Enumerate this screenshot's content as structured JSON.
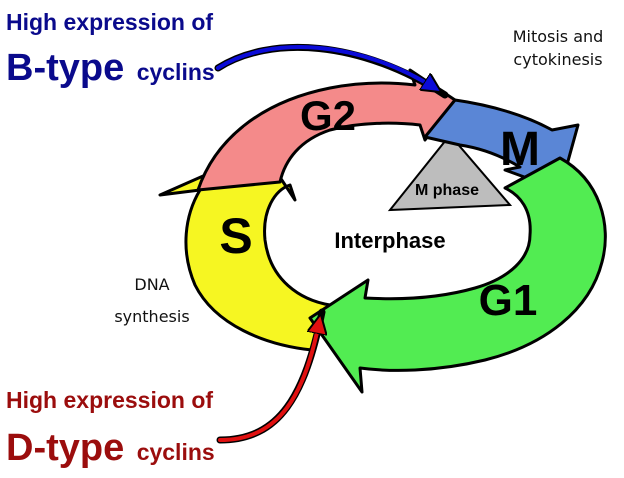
{
  "callouts": {
    "b_type": {
      "line1": "High expression of",
      "big": "B-type",
      "small": "cyclins",
      "color": "#0a0a8c"
    },
    "d_type": {
      "line1": "High expression of",
      "big": "D-type",
      "small": "cyclins",
      "color": "#9b0d0d"
    }
  },
  "phases": {
    "g2": {
      "label": "G2",
      "color": "#f48a8a"
    },
    "m": {
      "label": "M",
      "color": "#5a86d6"
    },
    "g1": {
      "label": "G1",
      "color": "#52ec52"
    },
    "s": {
      "label": "S",
      "color": "#f6f622"
    }
  },
  "annotations": {
    "mitosis_line1": "Mitosis and",
    "mitosis_line2": "cytokinesis",
    "dna_line1": "DNA",
    "dna_line2": "synthesis",
    "interphase": "Interphase",
    "m_phase": "M phase"
  },
  "colors": {
    "outline": "#000000",
    "m_phase_wedge": "#bdbdbd",
    "b_arrow": "#0b0bd8",
    "d_arrow": "#e01010"
  }
}
